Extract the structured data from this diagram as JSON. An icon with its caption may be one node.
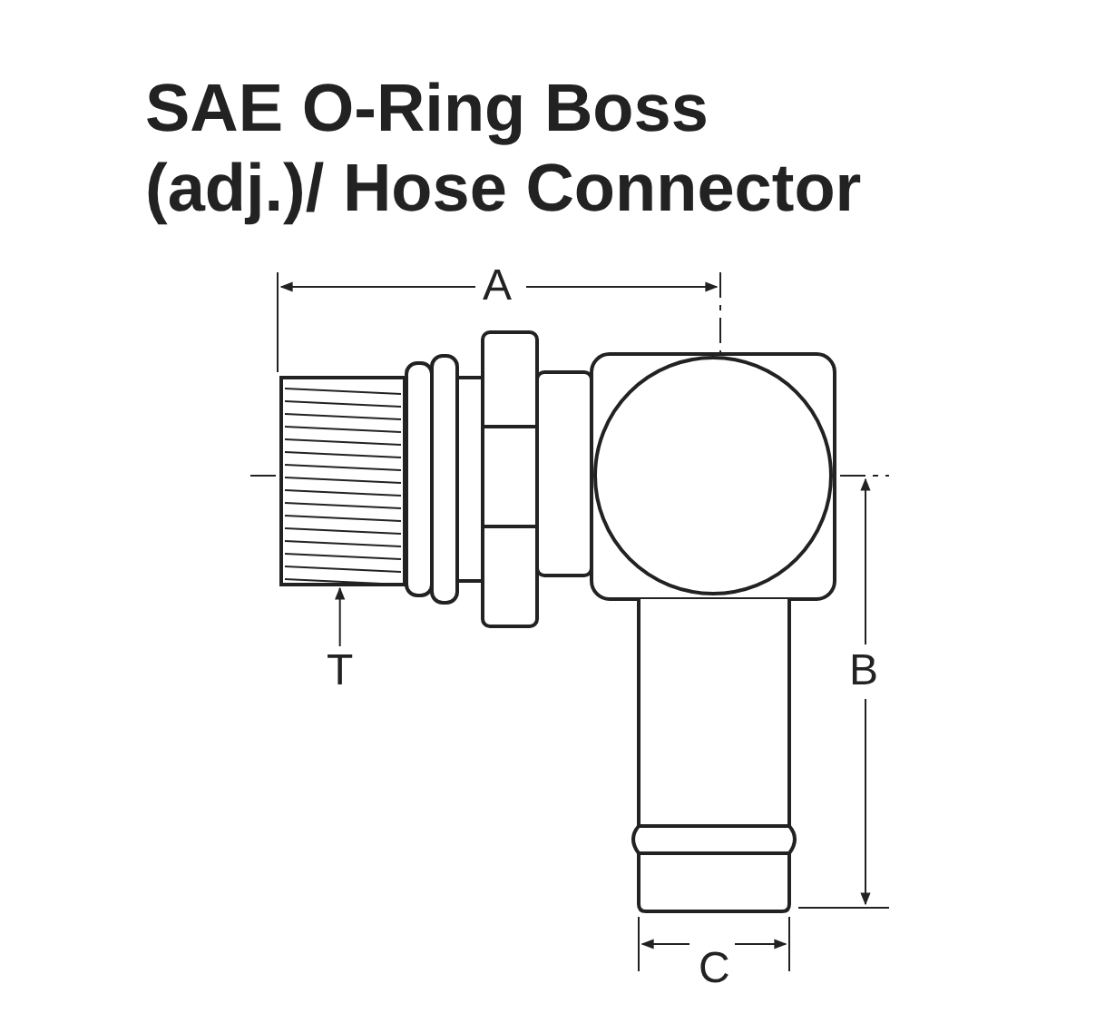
{
  "diagram": {
    "title": "SAE O-Ring Boss (adj.)/ Hose Connector",
    "nodes": [
      {
        "text": [
          "T"
        ]
      },
      {
        "text": [],
        "shape": "picture"
      }
    ],
    "edges": [
      {
        "from": 0,
        "to": 1,
        "arrow": "to"
      }
    ],
    "labels": [
      "A",
      "B",
      "C"
    ]
  }
}
